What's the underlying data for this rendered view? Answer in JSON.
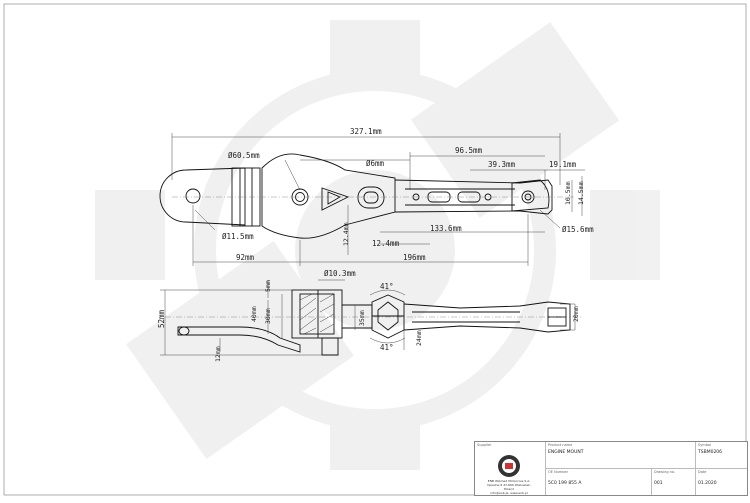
{
  "drawing": {
    "top_view_dims": {
      "overall_length": "327.1mm",
      "bore_large": "Ø60.5mm",
      "bore_small": "Ø6mm",
      "len_96_5": "96.5mm",
      "len_39_3": "39.3mm",
      "len_19_1": "19.1mm",
      "width_10_5": "10.5mm",
      "width_14_5": "14.5mm",
      "hole_15_6": "Ø15.6mm",
      "hole_11_5": "Ø11.5mm",
      "len_133_6": "133.6mm",
      "height_12_4": "12.4mm",
      "len_12_4": "12.4mm",
      "len_92": "92mm",
      "len_196": "196mm"
    },
    "side_view_dims": {
      "bore_10_3": "Ø10.3mm",
      "height_52": "52mm",
      "dim_5": "5mm",
      "dim_40": "40mm",
      "dim_30": "30mm",
      "dim_12": "12mm",
      "dim_35": "35mm",
      "dim_24": "24mm",
      "dim_20": "20mm",
      "angle_top": "41°",
      "angle_bottom": "41°"
    }
  },
  "title_block": {
    "company_caption": "Supplier",
    "company_lines": [
      "ENB Wipmed Motocross S.A.",
      "Opsalne 8 47-660 Wielowiek, Poland",
      "info@enb.pl, www.enb.pl"
    ],
    "product_name_caption": "Product name",
    "product_name": "ENGINE MOUNT",
    "symbol_caption": "Symbol",
    "symbol": "TSBM0206",
    "oe_number_caption": "OE Number",
    "oe_number": "5C0 199 855 A",
    "drawing_no_caption": "Drawing no.",
    "drawing_no": "001",
    "date_caption": "Date",
    "date": "01.2020"
  }
}
